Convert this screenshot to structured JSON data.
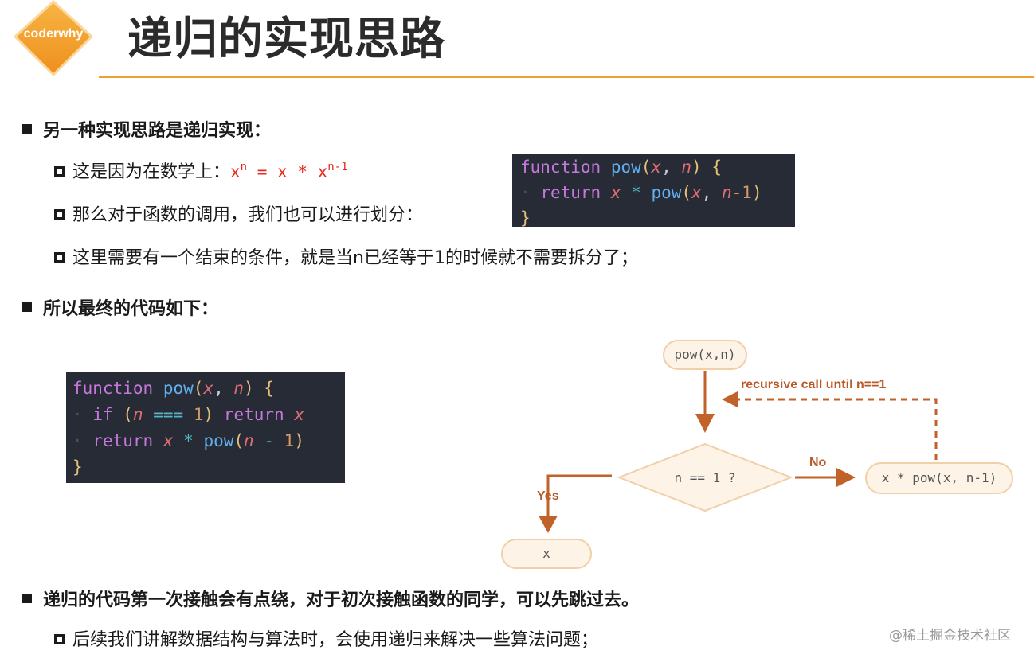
{
  "header": {
    "logo_text": "coderwhy",
    "title": "递归的实现思路"
  },
  "section1": {
    "heading": "另一种实现思路是递归实现：",
    "items": [
      {
        "prefix": "这是因为在数学上：",
        "formula_base1": "x",
        "formula_exp1": "n",
        "formula_mid": " = x * ",
        "formula_base2": "x",
        "formula_exp2": "n-1"
      },
      {
        "text": "那么对于函数的调用，我们也可以进行划分："
      },
      {
        "text": "这里需要有一个结束的条件，就是当n已经等于1的时候就不需要拆分了；"
      }
    ]
  },
  "code1": {
    "l1_kw": "function",
    "l1_fn": "pow",
    "l1_p1": "x",
    "l1_p2": "n",
    "l2_kw": "return",
    "l2_x": "x",
    "l2_op": "*",
    "l2_fn": "pow",
    "l2_p1": "x",
    "l2_p2": "n",
    "l2_num": "-1",
    "l3": "}"
  },
  "section2": {
    "heading": "所以最终的代码如下："
  },
  "code2": {
    "l1_kw": "function",
    "l1_fn": "pow",
    "l1_p1": "x",
    "l1_p2": "n",
    "l2_kw": "if",
    "l2_n": "n",
    "l2_op": "===",
    "l2_num": "1",
    "l2_ret": "return",
    "l2_x": "x",
    "l3_kw": "return",
    "l3_x": "x",
    "l3_op": "*",
    "l3_fn": "pow",
    "l3_n": "n",
    "l3_minus": "-",
    "l3_num": "1",
    "l4": "}"
  },
  "flowchart": {
    "start": "pow(x,n)",
    "loop_label": "recursive call until n==1",
    "condition": "n == 1 ?",
    "no_label": "No",
    "yes_label": "Yes",
    "recursive_box": "x * pow(x, n-1)",
    "result_box": "x",
    "colors": {
      "stroke": "#c0622a",
      "fill": "#fdf3e6",
      "outline": "#f1cfa8"
    }
  },
  "section3": {
    "heading": "递归的代码第一次接触会有点绕，对于初次接触函数的同学，可以先跳过去。",
    "items": [
      {
        "text": "后续我们讲解数据结构与算法时，会使用递归来解决一些算法问题；"
      }
    ]
  },
  "watermark": "@稀土掘金技术社区"
}
